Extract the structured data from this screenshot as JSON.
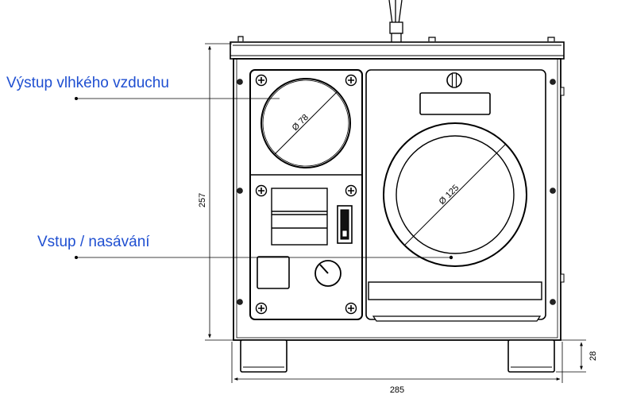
{
  "callouts": {
    "outlet": "Výstup vlhkého vzduchu",
    "inlet": "Vstup / nasávání"
  },
  "dimensions": {
    "height": "257",
    "width": "285",
    "foot_height": "28",
    "small_diameter": "Ø 78",
    "large_diameter": "Ø 125"
  },
  "colors": {
    "callout_text": "#1f4fd1",
    "line": "#000000"
  }
}
